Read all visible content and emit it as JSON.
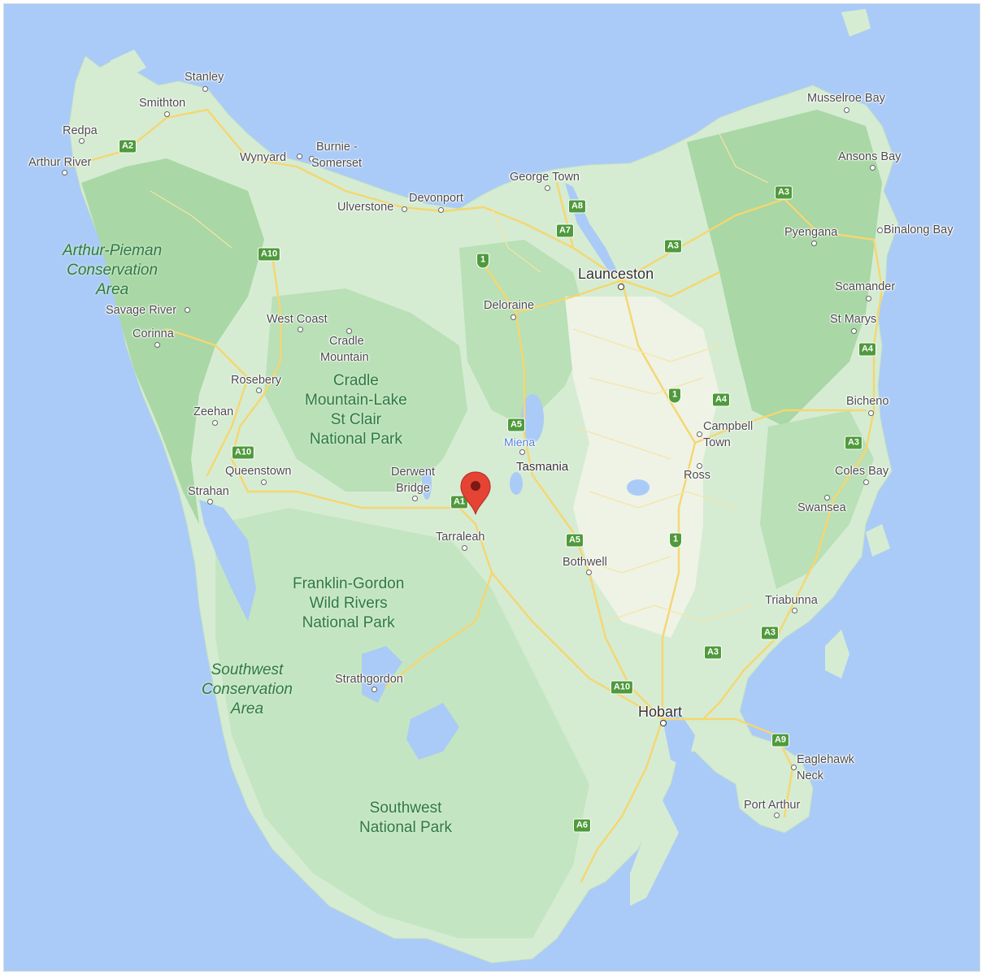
{
  "map": {
    "colors": {
      "water": "#aacbf7",
      "land_light": "#d5ecd3",
      "land_park": "#c2e3c0",
      "land_forest": "#a8d8a4",
      "urban": "#f3f1ec",
      "road": "#f6d66f",
      "shield": "#4f9a3c",
      "pin": "#e54333"
    },
    "places": {
      "stanley": "Stanley",
      "smithton": "Smithton",
      "redpa": "Redpa",
      "arthur_river": "Arthur River",
      "wynyard": "Wynyard",
      "burnie_somerset_1": "Burnie -",
      "burnie_somerset_2": "Somerset",
      "george_town": "George Town",
      "musselroe_bay": "Musselroe Bay",
      "ansons_bay": "Ansons Bay",
      "devonport": "Devonport",
      "ulverstone": "Ulverstone",
      "pyengana": "Pyengana",
      "binalong_bay": "Binalong Bay",
      "launceston": "Launceston",
      "scamander": "Scamander",
      "savage_river": "Savage River",
      "corinna": "Corinna",
      "west_coast": "West Coast",
      "deloraine": "Deloraine",
      "st_marys": "St Marys",
      "cradle_mountain_1": "Cradle",
      "cradle_mountain_2": "Mountain",
      "rosebery": "Rosebery",
      "zeehan": "Zeehan",
      "bicheno": "Bicheno",
      "campbell_town_1": "Campbell",
      "campbell_town_2": "Town",
      "miena": "Miena",
      "tasmania": "Tasmania",
      "queenstown": "Queenstown",
      "derwent_bridge_1": "Derwent",
      "derwent_bridge_2": "Bridge",
      "strahan": "Strahan",
      "ross": "Ross",
      "coles_bay": "Coles Bay",
      "swansea": "Swansea",
      "tarraleah": "Tarraleah",
      "bothwell": "Bothwell",
      "triabunna": "Triabunna",
      "strathgordon": "Strathgordon",
      "hobart": "Hobart",
      "eaglehawk_neck_1": "Eaglehawk",
      "eaglehawk_neck_2": "Neck",
      "port_arthur": "Port Arthur"
    },
    "parks": {
      "arthur_pieman_1": "Arthur-Pieman",
      "arthur_pieman_2": "Conservation",
      "arthur_pieman_3": "Area",
      "cradle_1": "Cradle",
      "cradle_2": "Mountain-Lake",
      "cradle_3": "St Clair",
      "cradle_4": "National Park",
      "franklin_1": "Franklin-Gordon",
      "franklin_2": "Wild Rivers",
      "franklin_3": "National Park",
      "sw_cons_1": "Southwest",
      "sw_cons_2": "Conservation",
      "sw_cons_3": "Area",
      "sw_np_1": "Southwest",
      "sw_np_2": "National Park"
    },
    "shields": {
      "a2": "A2",
      "a10_n": "A10",
      "a8": "A8",
      "a7": "A7",
      "a3_ne": "A3",
      "a3_n": "A3",
      "h1_n": "1",
      "a4_e": "A4",
      "h1_mid": "1",
      "a4_mid": "A4",
      "a5_n": "A5",
      "a3_e": "A3",
      "a10_w": "A10",
      "a1_pin": "A1",
      "a5_s": "A5",
      "h1_s": "1",
      "a3_se": "A3",
      "a3_s": "A3",
      "a10_s": "A10",
      "a9": "A9",
      "a6": "A6"
    }
  }
}
